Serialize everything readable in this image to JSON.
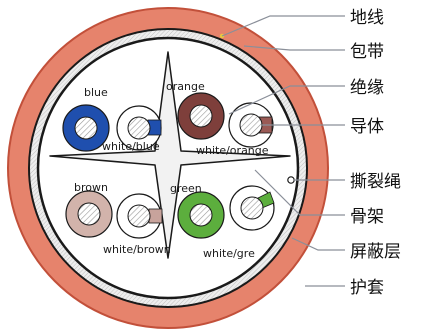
{
  "colors": {
    "jacket": "#e6836c",
    "jacket_edge": "#c2503a",
    "outline": "#1a1a1a",
    "foil": "#e4e4e4",
    "cross": "#f2f2f2",
    "hatch": "#9a9a9a",
    "leader": "#8a8f99",
    "blue": "#1f4fae",
    "orange": "#7e3f3b",
    "brown": "#d2b3ab",
    "green": "#5cae3d",
    "white": "#ffffff",
    "stripe_blue": "#1f4fae",
    "stripe_orange": "#9a5a55",
    "stripe_brown": "#c8a39c",
    "stripe_green": "#5cae3d"
  },
  "pairs": [
    {
      "solid_label": "blue",
      "striped_label": "white/blue"
    },
    {
      "solid_label": "orange",
      "striped_label": "white/orange"
    },
    {
      "solid_label": "brown",
      "striped_label": "white/brown"
    },
    {
      "solid_label": "green",
      "striped_label": "white/gre"
    }
  ],
  "callouts": [
    {
      "name": "drain-wire",
      "label": "地线"
    },
    {
      "name": "wrapping-tape",
      "label": "包带"
    },
    {
      "name": "insulation",
      "label": "绝缘"
    },
    {
      "name": "conductor",
      "label": "导体"
    },
    {
      "name": "ripcord",
      "label": "撕裂绳"
    },
    {
      "name": "cross-filler",
      "label": "骨架"
    },
    {
      "name": "shield",
      "label": "屏蔽层"
    },
    {
      "name": "jacket",
      "label": "护套"
    }
  ]
}
